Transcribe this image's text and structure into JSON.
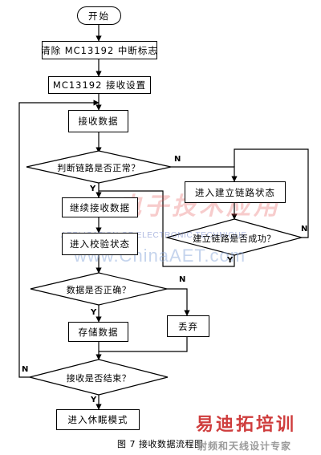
{
  "nodes": {
    "start": "开始",
    "clear_flag": "清除 MC13192 中断标志",
    "rx_setup": "MC13192 接收设置",
    "receive_data": "接收数据",
    "link_normal": "判断链路是否正常？",
    "build_link": "进入建立链路状态",
    "link_built_ok": "建立链路是否成功？",
    "continue_rx": "继续接收数据",
    "verify_state": "进入校验状态",
    "data_correct": "数据是否正确？",
    "store_data": "存储数据",
    "discard": "丢弃",
    "rx_finished": "接收是否结束？",
    "sleep_mode": "进入休眠模式"
  },
  "labels": {
    "yes": "Y",
    "no": "N"
  },
  "caption": "图 7  接收数据流程图",
  "watermark": {
    "brand": "电子技术应用",
    "publication": "APPLICATION OF ELECTRONIC TECHNIQUE",
    "site": "www.ChinaAET.com"
  },
  "logo": {
    "title": "易迪拓培训",
    "subtitle": "射频和天线设计专家"
  }
}
